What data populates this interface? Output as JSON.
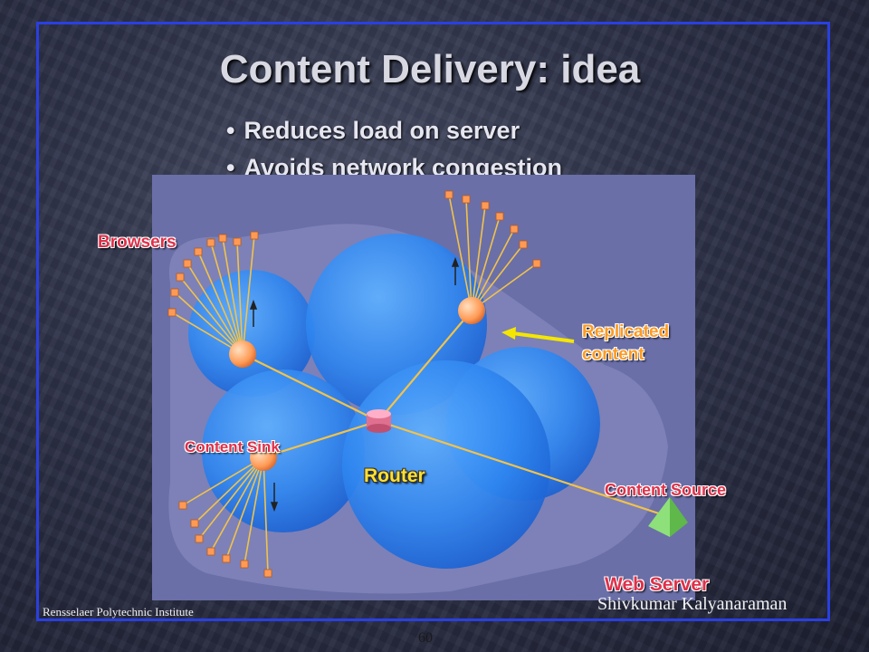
{
  "slide": {
    "title": "Content Delivery: idea",
    "bullets": [
      "Reduces load on server",
      "Avoids network congestion"
    ],
    "bullet_symbol": "•"
  },
  "diagram": {
    "labels": {
      "browsers": "Browsers",
      "replicated_content": [
        "Replicated",
        "content"
      ],
      "content_sink": "Content Sink",
      "router": "Router",
      "content_source": "Content Source",
      "web_server": "Web Server"
    },
    "colors": {
      "panel": "#6a6fa8",
      "bubble": "#2f86f0",
      "link": "#f2c24a",
      "node": "#ff9a55",
      "arrow": "#f5e600",
      "label_red": "#e0304a",
      "label_orange": "#ff9a20",
      "label_yellow": "#ffe030"
    }
  },
  "footer": {
    "institution": "Rensselaer Polytechnic Institute",
    "author": "Shivkumar Kalyanaraman",
    "page": "60"
  }
}
